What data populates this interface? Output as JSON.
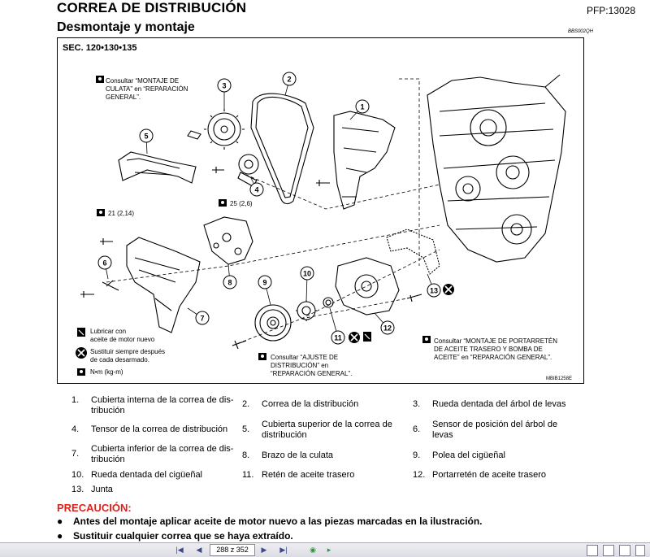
{
  "header": {
    "title": "CORREA DE DISTRIBUCIÓN",
    "subtitle": "Desmontaje y montaje",
    "code": "PFP:13028",
    "small_code": "BBS002QH"
  },
  "figure": {
    "section": "SEC. 120•130•135",
    "note_culata": "Consultar “MONTAJE DE\nCULATA” en “REPARACIÓN\nGENERAL”.",
    "torque_25": "25 (2,6)",
    "torque_21": "21 (2,14)",
    "note_ajuste": "Consultar “AJUSTE DE\nDISTRIBUCIÓN” en\n“REPARACIÓN GENERAL”.",
    "note_portarreten": "Consultar “MONTAJE DE PORTARRETÉN\nDE ACEITE TRASERO Y BOMBA DE\nACEITE” en “REPARACIÓN GENERAL”.",
    "key_lubricar": "Lubricar con\naceite de motor nuevo",
    "key_sustituir": "Sustituir siempre después\nde cada desarmado.",
    "key_nm": "N•m (kg-m)",
    "fig_code": "MBIB1258E",
    "callouts": [
      "1",
      "2",
      "3",
      "4",
      "5",
      "6",
      "7",
      "8",
      "9",
      "10",
      "11",
      "12",
      "13"
    ]
  },
  "legend": [
    {
      "num": "1.",
      "text": "Cubierta interna de la correa de dis-\ntribución"
    },
    {
      "num": "2.",
      "text": "Correa de la distribución"
    },
    {
      "num": "3.",
      "text": "Rueda dentada del árbol de levas"
    },
    {
      "num": "4.",
      "text": "Tensor de la correa de distribución"
    },
    {
      "num": "5.",
      "text": "Cubierta superior de la correa de\ndistribución"
    },
    {
      "num": "6.",
      "text": "Sensor de posición del árbol de\nlevas"
    },
    {
      "num": "7.",
      "text": "Cubierta inferior de la correa de dis-\ntribución"
    },
    {
      "num": "8.",
      "text": "Brazo de la culata"
    },
    {
      "num": "9.",
      "text": "Polea del cigüeñal"
    },
    {
      "num": "10.",
      "text": "Rueda dentada del cigüeñal"
    },
    {
      "num": "11.",
      "text": "Retén de aceite trasero"
    },
    {
      "num": "12.",
      "text": "Portarretén de aceite trasero"
    },
    {
      "num": "13.",
      "text": "Junta"
    }
  ],
  "caution": {
    "title": "PRECAUCIÓN:",
    "bullets": [
      "Antes del montaje aplicar aceite de motor nuevo a las piezas marcadas en la ilustración.",
      "Sustituir cualquier correa que se haya extraído."
    ]
  },
  "toolbar": {
    "page_indicator": "288 z 352"
  }
}
